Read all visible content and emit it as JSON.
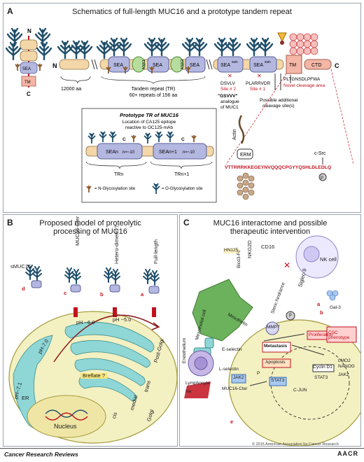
{
  "panel_a": {
    "label": "A",
    "title": "Schematics of full-length MUC16 and a prototype tandem repeat",
    "labels": {
      "n_small": "N",
      "c_small": "C",
      "sea_small": "SEA",
      "tm_small": "TM",
      "n_main": "N",
      "c_main": "C",
      "sea": "SEA",
      "ank1": "ANK1",
      "ank2": "ANK2",
      "sea55": "SEA",
      "sea55_sup": "55th",
      "sea56": "SEA",
      "sea56_sup": "56th",
      "tm": "TM",
      "ctd": "CTD",
      "aa_12000": "12000 aa",
      "tandem_line1": "Tandem repeat (TR)",
      "tandem_line2": "60+ repeats of 156 aa",
      "site2_seq": "DSVLV",
      "site2": "Site # 2",
      "site1_seq": "PLARRVDR",
      "site1": "Site # 1",
      "gsvvv": "\"GSVVV\"",
      "gsvvv_2": "analogue",
      "gsvvv_3": "of MUC1",
      "possible_1": "Possible additional",
      "possible_2": "cleavage site(s)",
      "pltg": "PLTGNSDLPFWA",
      "novel": "Novel cleavage area",
      "actin": "Actin",
      "erm": "ERM",
      "csrc": "c-Src",
      "p": "P",
      "seq_1": "VTTRRRKKEGEYNVQQQCPGYYQSHLDLEDLQ"
    },
    "inset": {
      "title": "Prototype TR of MUC16",
      "subtitle_1": "Location of CA125 epitope",
      "subtitle_2": "reactive to OC125-mAb",
      "sea_n": "SEAn",
      "sea_n1": "SEAn+1",
      "n_eq": "n=~10",
      "n_eq2": "n=~10",
      "tr_n": "TRn",
      "tr_n1": "TRn+1",
      "legend_n": "= N-Glycosylation site",
      "legend_o": "= O-Glycosylation site",
      "c": "C",
      "c2": "C"
    }
  },
  "panel_b": {
    "label": "B",
    "title_1": "Proposed model of proteolytic",
    "title_2": "processing of MUC16",
    "labels": {
      "smuc16": "sMUC16",
      "muc16_cter": "MUC16-Cter",
      "hetero": "Hetero-dimeric ?",
      "full_length": "Full-length",
      "d": "d",
      "c": "c",
      "b": "b",
      "a": "a",
      "ph60": "pH ~6.0",
      "ph50": "pH ~5.0",
      "ph70": "pH-7.0",
      "ph71": "pH~7.1",
      "post_golgi": "Post-Golgi",
      "trans": "trans",
      "medial": "medial",
      "cis": "cis",
      "golgi": "Golgi",
      "er": "ER",
      "nucleus": "Nucleus",
      "breflate": "Breflate ?"
    }
  },
  "panel_c": {
    "label": "C",
    "title_1": "MUC16 interactome and possible",
    "title_2": "therapeutic intervention",
    "labels": {
      "nk_cell": "NK cell",
      "cd16": "CD16",
      "nkg2d": "NKG2D",
      "siglec9": "Siglec-9",
      "hn125": "HN125",
      "bicd3fc": "Bicd3-Fc",
      "mesothelial": "Mesothelial cell",
      "mesothelin": "Mesothelin",
      "steric": "Steric hindrance",
      "gal3": "Gal-3",
      "a": "a",
      "b": "b",
      "e": "e",
      "endothelium": "Endothelium",
      "eselectin": "E-selectin",
      "lselectin": "L-selectin",
      "lymphocyte": "Lymphocyte",
      "mmp7": "MMP7",
      "pcre": "p",
      "metastasis": "Metastasis",
      "apoptosis": "Apoptosis",
      "jak2": "JAK2",
      "jak2b": "JAK2",
      "stat3": "STAT3",
      "stat3b": "STAT3",
      "cjun": "C-JUN",
      "proliferation": "Proliferation",
      "csc": "CSC phenotype",
      "cyclin": "Cyclin D1",
      "lmo2": "LMO2",
      "nanog": "NANOG",
      "ne": "Ne",
      "muc16_cter": "MUC16-Cter",
      "stat_p": "P"
    }
  },
  "footer": {
    "journal": "Cancer Research Reviews",
    "brand": "AACR",
    "copyright": "© 2015 American Association for Cancer Research"
  },
  "colors": {
    "panel_border": "#9aa3ad",
    "backbone": "#f3d7a8",
    "sea": "#b4b8e0",
    "ank": "#b6dd9e",
    "tm": "#f4b6a6",
    "red": "#c1121f",
    "glycan_blue": "#1f4e6b",
    "glycan_brown": "#8b5a2b",
    "cell_fill": "#f3f0c2",
    "golgi": "#8fd6d6",
    "nk_cell": "#ece9ff",
    "mesothelial": "#6cb25c",
    "lymphocyte": "#c6b7e6"
  }
}
